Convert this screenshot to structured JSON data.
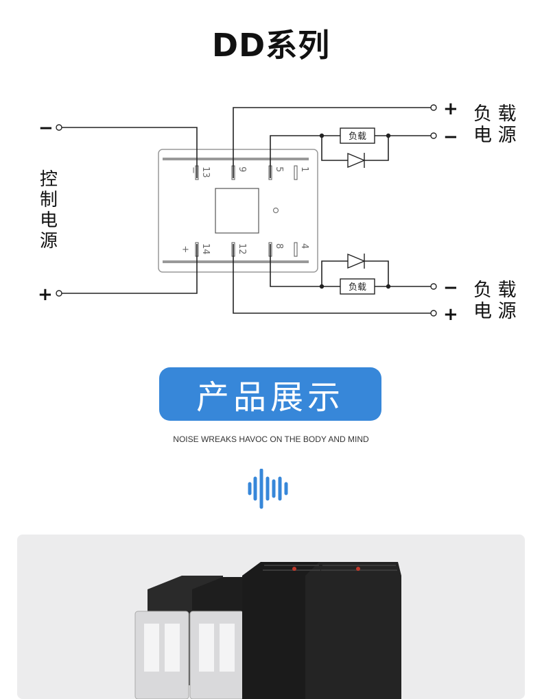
{
  "title": "DD系列",
  "diagram": {
    "pin_labels": [
      "13",
      "9",
      "5",
      "1",
      "14",
      "12",
      "8",
      "4"
    ],
    "control_side_label": [
      "控",
      "制",
      "电",
      "源"
    ],
    "load_label": "负载",
    "load_supply_label": [
      "负 载",
      "电 源"
    ],
    "symbols": {
      "plus": "+",
      "minus": "−",
      "neg_pin": "−",
      "pos_pin": "+"
    }
  },
  "section_button": {
    "label": "产品展示"
  },
  "tagline": "NOISE WREAKS HAVOC ON THE BODY AND MIND",
  "colors": {
    "accent": "#3787d9",
    "line": "#222222",
    "photo_bg": "#ececed"
  },
  "icons": [
    "sound-wave-icon",
    "diode-icon"
  ]
}
